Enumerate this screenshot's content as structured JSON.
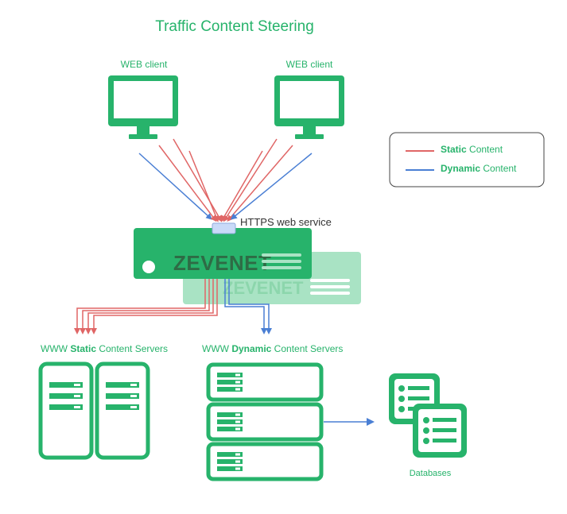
{
  "title": "Traffic Content Steering",
  "clients": [
    {
      "label": "WEB client"
    },
    {
      "label": "WEB client"
    }
  ],
  "service": {
    "label": "HTTPS web service",
    "brand": "ZEVENET",
    "brand_ghost": "ZEVENET"
  },
  "legend": {
    "items": [
      {
        "bold": "Static",
        "text": " Content",
        "color": "#e06666"
      },
      {
        "bold": "Dynamic",
        "text": " Content",
        "color": "#4a7fd4"
      }
    ]
  },
  "static_servers": {
    "prefix": "WWW ",
    "bold": "Static",
    "suffix": " Content Servers"
  },
  "dynamic_servers": {
    "prefix": "WWW ",
    "bold": "Dynamic",
    "suffix": " Content Servers"
  },
  "databases": {
    "label": "Databases"
  },
  "colors": {
    "green": "#27b36b",
    "static": "#e06666",
    "dynamic": "#4a7fd4"
  }
}
